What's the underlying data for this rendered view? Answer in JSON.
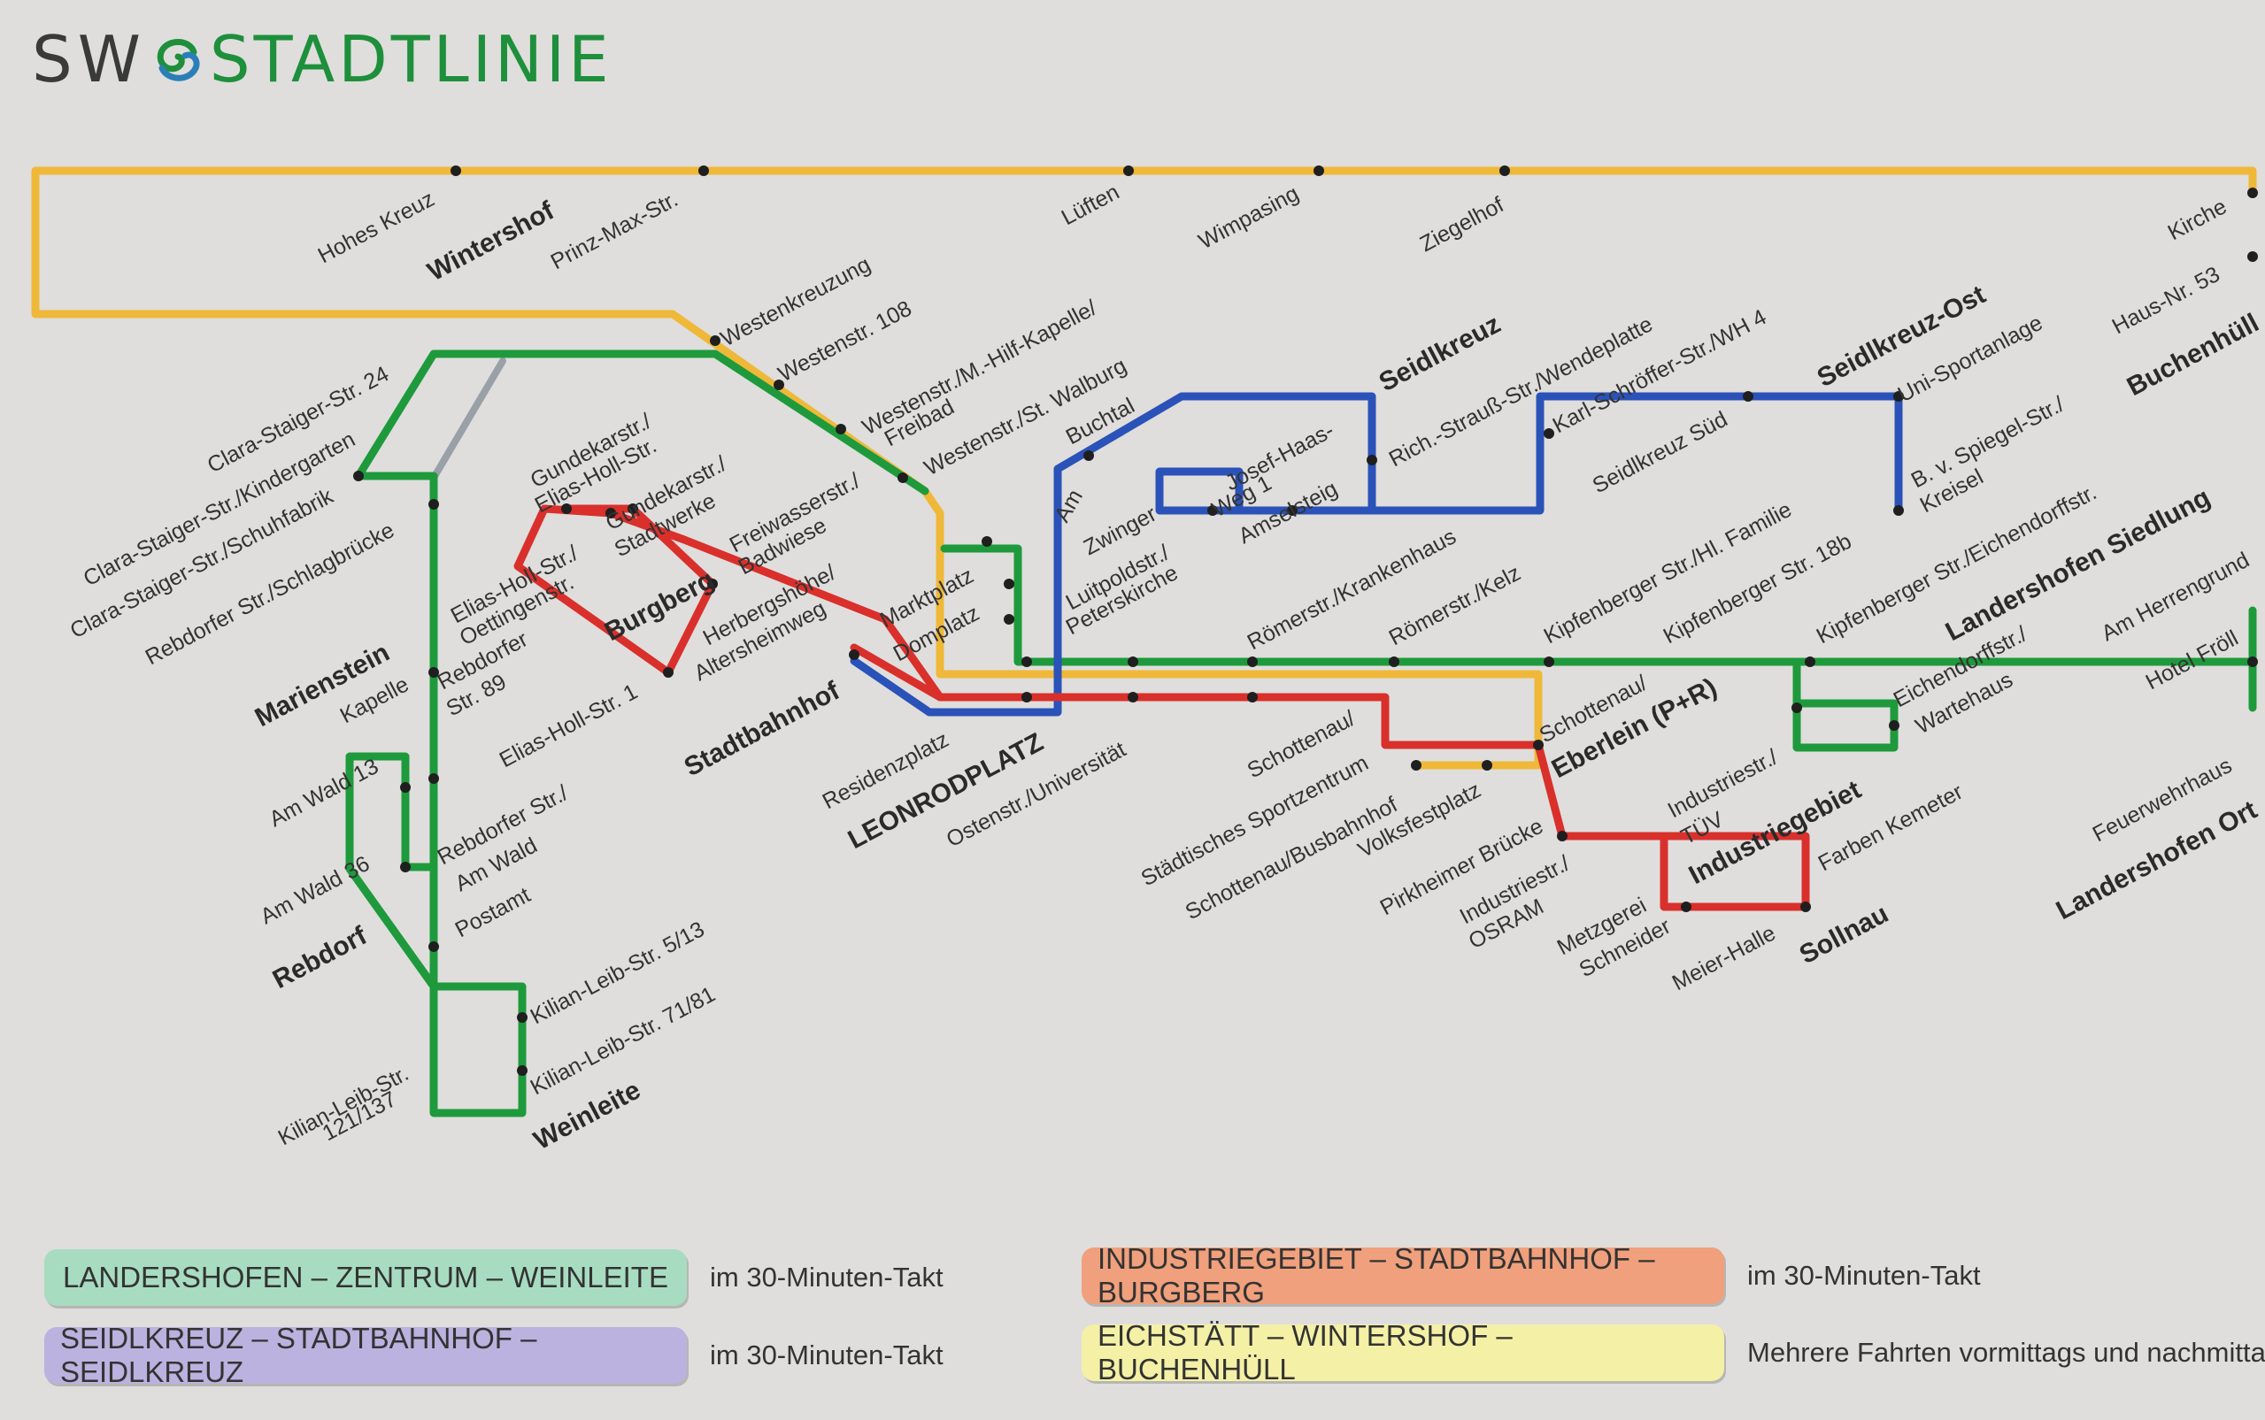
{
  "header": {
    "brand_prefix": "SW",
    "brand_name": "STADTLINIE",
    "logo_icon": "swirl-icon"
  },
  "colors": {
    "green": "#1e9a3c",
    "blue": "#2a52b8",
    "red": "#d9302c",
    "yellow": "#efb838",
    "grey": "#9aa0a8",
    "background": "#dfdedc"
  },
  "lines": [
    {
      "id": "green",
      "name": "LANDERSHOFEN – ZENTRUM – WEINLEITE",
      "frequency": "im 30-Minuten-Takt",
      "pill_color": "#a8dcc0"
    },
    {
      "id": "blue",
      "name": "SEIDLKREUZ – STADTBAHNHOF – SEIDLKREUZ",
      "frequency": "im 30-Minuten-Takt",
      "pill_color": "#bcb2df"
    },
    {
      "id": "red",
      "name": "INDUSTRIEGEBIET – STADTBAHNHOF – BURGBERG",
      "frequency": "im 30-Minuten-Takt",
      "pill_color": "#f0a07c"
    },
    {
      "id": "yellow",
      "name": "EICHSTÄTT – WINTERSHOF – BUCHENHÜLL",
      "frequency": "Mehrere Fahrten vormittags und nachmittags",
      "pill_color": "#f4f1a6"
    }
  ],
  "stops": [
    {
      "text": "Hohes Kreuz",
      "bold": false
    },
    {
      "text": "Wintershof",
      "bold": true
    },
    {
      "text": "Prinz-Max-Str.",
      "bold": false
    },
    {
      "text": "Lüften",
      "bold": false
    },
    {
      "text": "Wimpasing",
      "bold": false
    },
    {
      "text": "Ziegelhof",
      "bold": false
    },
    {
      "text": "Kirche",
      "bold": false
    },
    {
      "text": "Haus-Nr. 53",
      "bold": false
    },
    {
      "text": "Buchenhüll",
      "bold": true
    },
    {
      "text": "Westenkreuzung",
      "bold": false
    },
    {
      "text": "Westenstr. 108",
      "bold": false
    },
    {
      "text": "Westenstr./M.-Hilf-Kapelle/",
      "bold": false
    },
    {
      "text": "Freibad",
      "bold": false
    },
    {
      "text": "Westenstr./St. Walburg",
      "bold": false
    },
    {
      "text": "Buchtal",
      "bold": false
    },
    {
      "text": "Seidlkreuz",
      "bold": true
    },
    {
      "text": "Rich.-Strauß-Str./Wendeplatte",
      "bold": false
    },
    {
      "text": "Karl-Schröffer-Str./WH 4",
      "bold": false
    },
    {
      "text": "Seidlkreuz-Ost",
      "bold": true
    },
    {
      "text": "Uni-Sportanlage",
      "bold": false
    },
    {
      "text": "Seidlkreuz Süd",
      "bold": false
    },
    {
      "text": "B. v. Spiegel-Str./",
      "bold": false
    },
    {
      "text": "Kreisel",
      "bold": false
    },
    {
      "text": "Clara-Staiger-Str. 24",
      "bold": false
    },
    {
      "text": "Clara-Staiger-Str./Kindergarten",
      "bold": false
    },
    {
      "text": "Clara-Staiger-Str./Schuhfabrik",
      "bold": false
    },
    {
      "text": "Rebdorfer Str./Schlagbrücke",
      "bold": false
    },
    {
      "text": "Gundekarstr./",
      "bold": false
    },
    {
      "text": "Elias-Holl-Str.",
      "bold": false
    },
    {
      "text": "Gundekarstr./",
      "bold": false
    },
    {
      "text": "Stadtwerke",
      "bold": false
    },
    {
      "text": "Elias-Holl-Str./",
      "bold": false
    },
    {
      "text": "Oettingenstr.",
      "bold": false
    },
    {
      "text": "Burgberg",
      "bold": true
    },
    {
      "text": "Freiwasserstr./",
      "bold": false
    },
    {
      "text": "Badwiese",
      "bold": false
    },
    {
      "text": "Herbergshöhe/",
      "bold": false
    },
    {
      "text": "Altersheimweg",
      "bold": false
    },
    {
      "text": "Marienstein",
      "bold": true
    },
    {
      "text": "Kapelle",
      "bold": false
    },
    {
      "text": "Rebdorfer",
      "bold": false
    },
    {
      "text": "Str. 89",
      "bold": false
    },
    {
      "text": "Elias-Holl-Str. 1",
      "bold": false
    },
    {
      "text": "Stadtbahnhof",
      "bold": true
    },
    {
      "text": "Marktplatz",
      "bold": false
    },
    {
      "text": "Domplatz",
      "bold": false
    },
    {
      "text": "Am",
      "bold": false
    },
    {
      "text": "Zwinger",
      "bold": false
    },
    {
      "text": "Josef-Haas-",
      "bold": false
    },
    {
      "text": "Weg 1",
      "bold": false
    },
    {
      "text": "Amselsteig",
      "bold": false
    },
    {
      "text": "Luitpoldstr./",
      "bold": false
    },
    {
      "text": "Peterskirche",
      "bold": false
    },
    {
      "text": "Römerstr./Krankenhaus",
      "bold": false
    },
    {
      "text": "Römerstr./Kelz",
      "bold": false
    },
    {
      "text": "Kipfenberger Str./Hl. Familie",
      "bold": false
    },
    {
      "text": "Kipfenberger Str. 18b",
      "bold": false
    },
    {
      "text": "Kipfenberger Str./Eichendorffstr.",
      "bold": false
    },
    {
      "text": "Landershofen Siedlung",
      "bold": true
    },
    {
      "text": "Am Herrengrund",
      "bold": false
    },
    {
      "text": "Hotel Fröll",
      "bold": false
    },
    {
      "text": "Eichendorffstr./",
      "bold": false
    },
    {
      "text": "Wartehaus",
      "bold": false
    },
    {
      "text": "Feuerwehrhaus",
      "bold": false
    },
    {
      "text": "Landershofen Ort",
      "bold": true
    },
    {
      "text": "Residenzplatz",
      "bold": false
    },
    {
      "text": "LEONRODPLATZ",
      "bold": true
    },
    {
      "text": "Ostenstr./Universität",
      "bold": false
    },
    {
      "text": "Schottenau/",
      "bold": false
    },
    {
      "text": "Städtisches Sportzentrum",
      "bold": false
    },
    {
      "text": "Schottenau/Busbahnhof",
      "bold": false
    },
    {
      "text": "Volksfestplatz",
      "bold": false
    },
    {
      "text": "Schottenau/",
      "bold": false
    },
    {
      "text": "Eberlein (P+R)",
      "bold": true
    },
    {
      "text": "Pirkheimer Brücke",
      "bold": false
    },
    {
      "text": "Industriestr./",
      "bold": false
    },
    {
      "text": "OSRAM",
      "bold": false
    },
    {
      "text": "Industriestr./",
      "bold": false
    },
    {
      "text": "TÜV",
      "bold": false
    },
    {
      "text": "Industriegebiet",
      "bold": true
    },
    {
      "text": "Farben Kemeter",
      "bold": false
    },
    {
      "text": "Metzgerei",
      "bold": false
    },
    {
      "text": "Schneider",
      "bold": false
    },
    {
      "text": "Meier-Halle",
      "bold": false
    },
    {
      "text": "Sollnau",
      "bold": true
    },
    {
      "text": "Am Wald 13",
      "bold": false
    },
    {
      "text": "Am Wald 36",
      "bold": false
    },
    {
      "text": "Rebdorfer Str./",
      "bold": false
    },
    {
      "text": "Am Wald",
      "bold": false
    },
    {
      "text": "Postamt",
      "bold": false
    },
    {
      "text": "Rebdorf",
      "bold": true
    },
    {
      "text": "Kilian-Leib-Str. 5/13",
      "bold": false
    },
    {
      "text": "Kilian-Leib-Str. 71/81",
      "bold": false
    },
    {
      "text": "Kilian-Leib-Str.",
      "bold": false
    },
    {
      "text": "121/137",
      "bold": false
    },
    {
      "text": "Weinleite",
      "bold": true
    }
  ]
}
